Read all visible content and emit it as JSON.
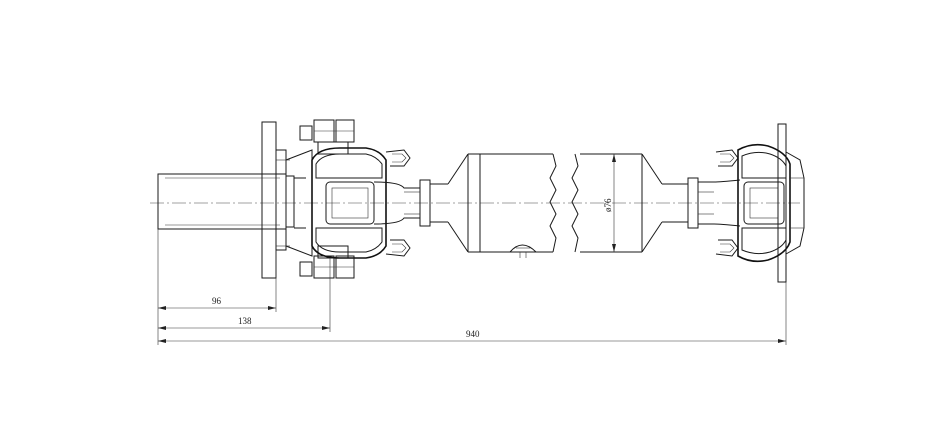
{
  "dimensions": {
    "flange_to_end": "96",
    "flange_to_joint": "138",
    "overall_length": "940",
    "tube_diameter": "ø76"
  },
  "colors": {
    "line": "#1a1a1a",
    "background": "#ffffff"
  }
}
